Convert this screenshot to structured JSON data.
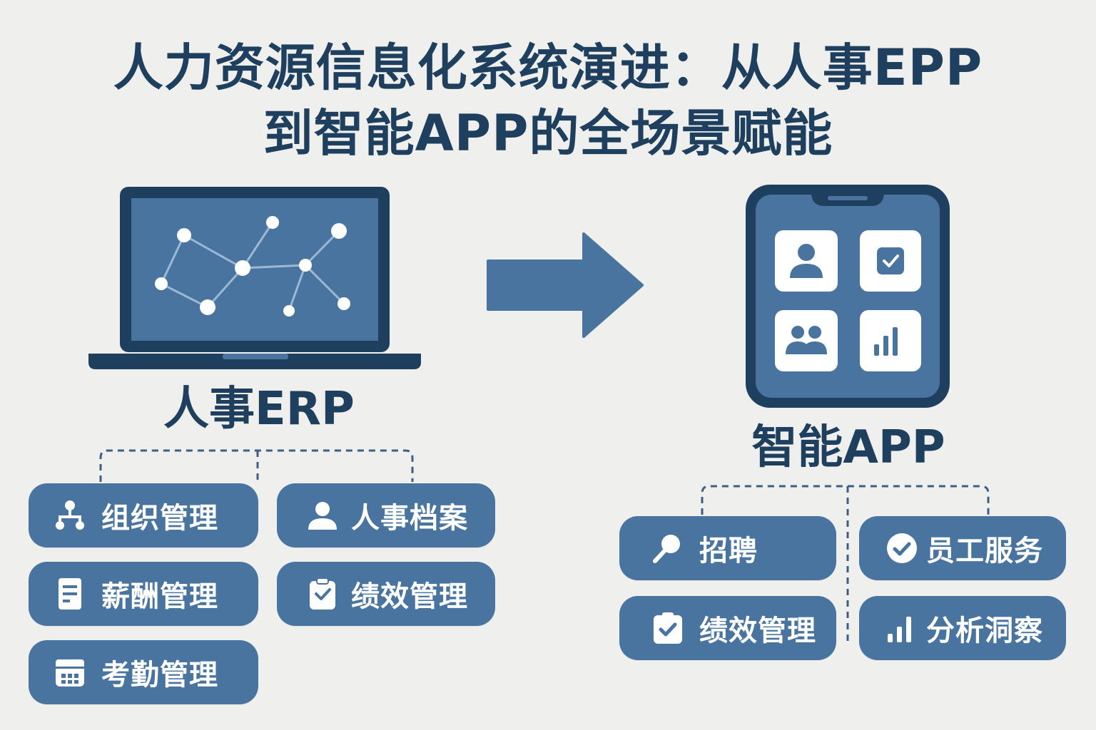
{
  "title": {
    "line1": "人力资源信息化系统演进：从人事EPP",
    "line2": "到智能APP的全场景赋能"
  },
  "left": {
    "label": "人事ERP",
    "modules": [
      {
        "label": "组织管理",
        "icon": "org-chart-icon"
      },
      {
        "label": "人事档案",
        "icon": "person-icon"
      },
      {
        "label": "薪酬管理",
        "icon": "document-icon"
      },
      {
        "label": "绩效管理",
        "icon": "clipboard-icon"
      },
      {
        "label": "考勤管理",
        "icon": "calendar-icon"
      }
    ]
  },
  "right": {
    "label": "智能APP",
    "modules": [
      {
        "label": "招聘",
        "icon": "search-icon"
      },
      {
        "label": "员工服务",
        "icon": "check-circle-icon"
      },
      {
        "label": "绩效管理",
        "icon": "clipboard-check-icon"
      },
      {
        "label": "分析洞察",
        "icon": "bar-chart-icon"
      }
    ]
  },
  "colors": {
    "background": "#efefed",
    "dark_navy": "#1f3f5f",
    "accent_blue": "#48749f",
    "node_white": "#ffffff"
  }
}
